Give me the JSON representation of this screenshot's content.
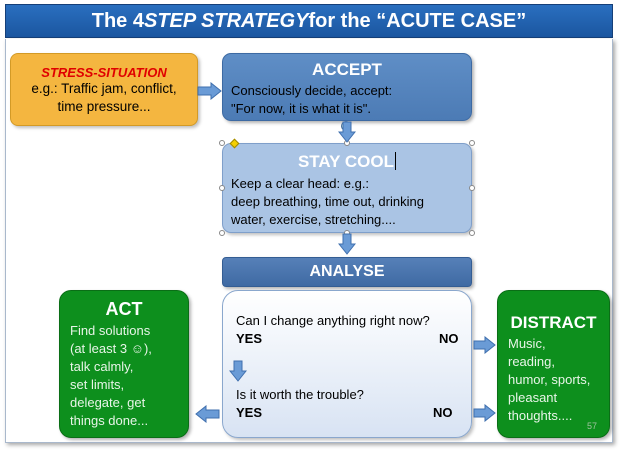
{
  "title": {
    "prefix": "The 4 ",
    "emphasis": "STEP STRATEGY",
    "suffix": " for the “ACUTE CASE”"
  },
  "stress": {
    "heading": "STRESS-SITUATION",
    "lines": [
      "e.g.: Traffic jam, conflict,",
      "time pressure..."
    ]
  },
  "accept": {
    "heading": "ACCEPT",
    "lines": [
      "Consciously decide, accept:",
      "\"For now, it is what it is\"."
    ]
  },
  "stay_cool": {
    "heading": "STAY COOL",
    "lines": [
      "Keep a clear head: e.g.:",
      "deep breathing, time out, drinking",
      "water, exercise, stretching...."
    ]
  },
  "analyse": {
    "heading": "ANALYSE",
    "question1": "Can I change anything right now?",
    "question2": "Is it worth the trouble?",
    "yes": "YES",
    "no": "NO"
  },
  "act": {
    "heading": "ACT",
    "lines": [
      "Find solutions",
      "(at least 3 ☺),",
      "talk calmly,",
      "set limits,",
      "delegate, get",
      "things done..."
    ]
  },
  "distract": {
    "heading": "DISTRACT",
    "lines": [
      "Music,",
      "reading,",
      "humor, sports,",
      "pleasant",
      "thoughts...."
    ]
  },
  "page_number": "57",
  "colors": {
    "title_bg": "#1f5fae",
    "stress_bg": "#f4b640",
    "stress_title": "#e00000",
    "accept_bg": "#5585c0",
    "cool_bg": "#aac4e4",
    "analyse_bg": "#4a73ad",
    "question_bg": "#e6edf7",
    "green": "#0d8f1d",
    "arrow": "#5b8fd0"
  }
}
